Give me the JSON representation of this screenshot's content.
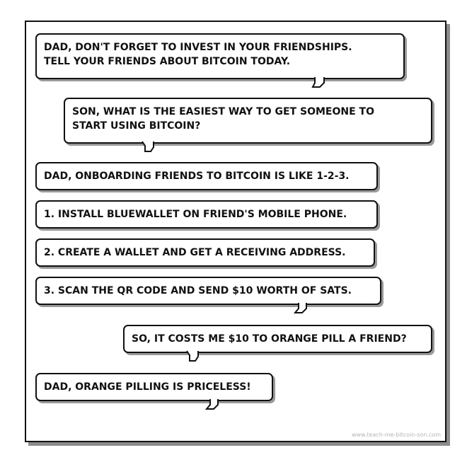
{
  "dialog": [
    {
      "speaker": "dad",
      "lines": [
        "DAD, DON'T FORGET TO INVEST IN YOUR FRIENDSHIPS.",
        "TELL YOUR FRIENDS ABOUT BITCOIN TODAY."
      ]
    },
    {
      "speaker": "son",
      "lines": [
        "SON, WHAT IS THE EASIEST WAY TO GET SOMEONE TO",
        "START USING BITCOIN?"
      ]
    },
    {
      "speaker": "dad",
      "lines": [
        "DAD, ONBOARDING FRIENDS TO BITCOIN IS LIKE 1-2-3."
      ]
    },
    {
      "speaker": "dad",
      "lines": [
        "1. INSTALL BLUEWALLET ON FRIEND'S MOBILE PHONE."
      ]
    },
    {
      "speaker": "dad",
      "lines": [
        "2. CREATE A WALLET AND GET A RECEIVING ADDRESS."
      ]
    },
    {
      "speaker": "dad",
      "lines": [
        "3. SCAN THE QR CODE AND SEND $10 WORTH OF SATS."
      ]
    },
    {
      "speaker": "son",
      "lines": [
        "SO, IT COSTS ME $10 TO ORANGE PILL A FRIEND?"
      ]
    },
    {
      "speaker": "dad",
      "lines": [
        "DAD, ORANGE PILLING IS PRICELESS!"
      ]
    }
  ],
  "footer": {
    "credit": "www.teach-me-bitcoin-son.com"
  }
}
